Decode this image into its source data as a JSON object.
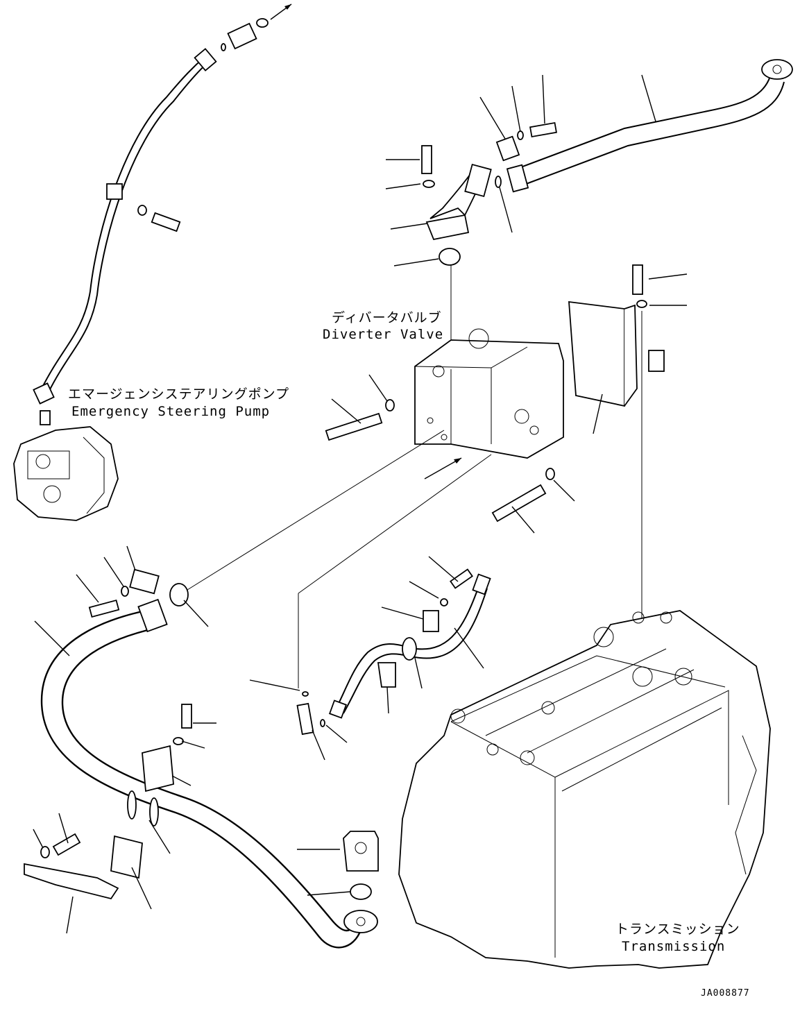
{
  "labels": {
    "diverter_valve_jp": "ディバータバルブ",
    "diverter_valve_en": "Diverter Valve",
    "emergency_pump_jp": "エマージェンシステアリングポンプ",
    "emergency_pump_en": "Emergency Steering Pump",
    "transmission_jp": "トランスミッション",
    "transmission_en": "Transmission"
  },
  "drawing_code": "JA008877"
}
